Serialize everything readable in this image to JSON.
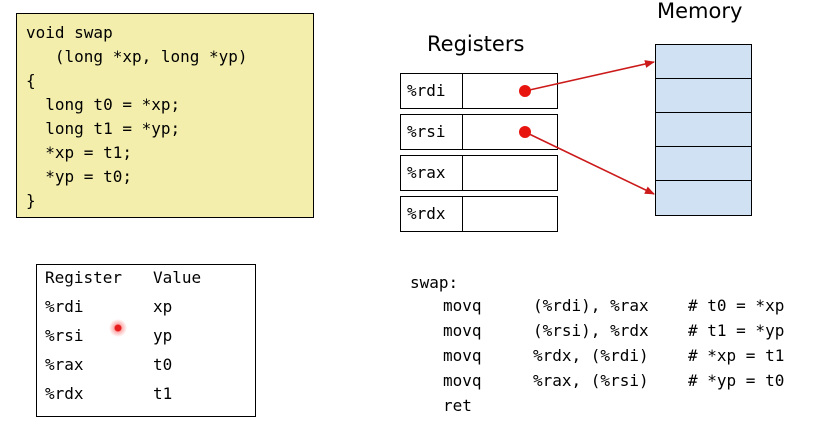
{
  "code": {
    "lines": [
      "void swap",
      "   (long *xp, long *yp)",
      "{",
      "  long t0 = *xp;",
      "  long t1 = *yp;",
      "  *xp = t1;",
      "  *yp = t0;",
      "}"
    ]
  },
  "registers": {
    "title": "Registers",
    "items": [
      {
        "name": "%rdi"
      },
      {
        "name": "%rsi"
      },
      {
        "name": "%rax"
      },
      {
        "name": "%rdx"
      }
    ]
  },
  "memory": {
    "title": "Memory",
    "cell_count": 5
  },
  "table": {
    "headers": [
      "Register",
      "Value"
    ],
    "rows": [
      [
        "%rdi",
        "xp"
      ],
      [
        "%rsi",
        "yp"
      ],
      [
        "%rax",
        "t0"
      ],
      [
        "%rdx",
        "t1"
      ]
    ]
  },
  "assembly": {
    "label": "swap:",
    "instructions": [
      {
        "op": "movq",
        "args": "(%rdi), %rax",
        "comment": "# t0 = *xp"
      },
      {
        "op": "movq",
        "args": "(%rsi), %rdx",
        "comment": "# t1 = *yp"
      },
      {
        "op": "movq",
        "args": "%rdx, (%rdi)",
        "comment": "# *xp = t1"
      },
      {
        "op": "movq",
        "args": "%rax, (%rsi)",
        "comment": "# *yp = t0"
      },
      {
        "op": "ret",
        "args": "",
        "comment": ""
      }
    ]
  },
  "colors": {
    "code_bg": "#f3eeac",
    "memory_fill": "#cfe1f3",
    "pointer_red": "#cc1a1a"
  }
}
